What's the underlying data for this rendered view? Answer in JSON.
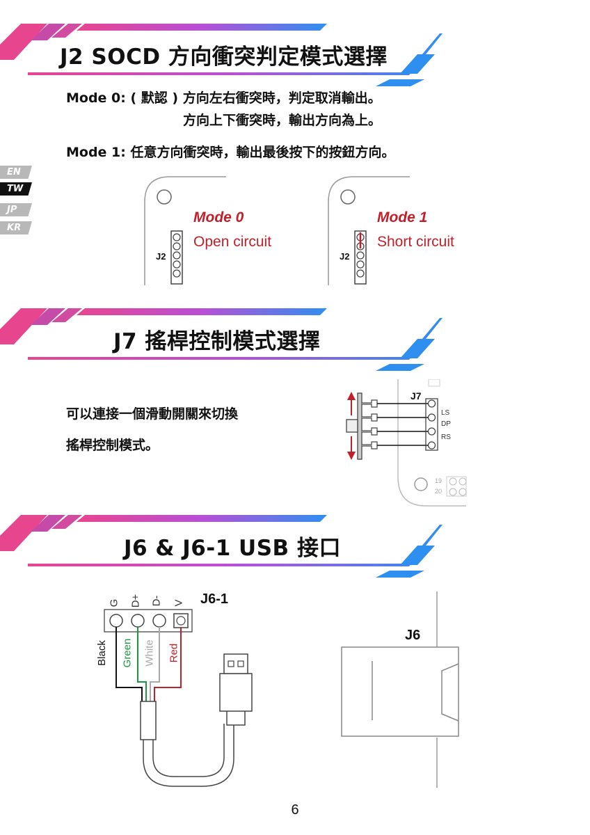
{
  "sections": {
    "j2": {
      "title": "J2 SOCD 方向衝突判定模式選擇",
      "mode0_line1": "Mode 0: ( 默認 ) 方向左右衝突時，判定取消輸出。",
      "mode0_line2": "方向上下衝突時，輸出方向為上。",
      "mode1_line": "Mode 1: 任意方向衝突時，輸出最後按下的按鈕方向。",
      "diagram0": {
        "mode": "Mode 0",
        "state": "Open circuit",
        "connector": "J2"
      },
      "diagram1": {
        "mode": "Mode 1",
        "state": "Short circuit",
        "connector": "J2"
      }
    },
    "j7": {
      "title": "J7 搖桿控制模式選擇",
      "desc_line1": "可以連接一個滑動開關來切換",
      "desc_line2": "搖桿控制模式。",
      "connector": "J7",
      "pins": [
        "LS",
        "DP",
        "RS"
      ],
      "board_numbers": [
        "19",
        "20"
      ]
    },
    "j6": {
      "title": "J6 & J6-1 USB 接口",
      "connector_j6_1": "J6-1",
      "connector_j6": "J6",
      "pins": [
        "G",
        "D+",
        "D-",
        "V"
      ],
      "wires": [
        "Black",
        "Green",
        "White",
        "Red"
      ]
    }
  },
  "language_tabs": [
    {
      "label": "EN",
      "active": false
    },
    {
      "label": "TW",
      "active": true
    },
    {
      "label": "JP",
      "active": false
    },
    {
      "label": "KR",
      "active": false
    }
  ],
  "colors": {
    "banner_pink": "#e8458f",
    "banner_purple": "#b84fd6",
    "banner_blue": "#2f8ff0",
    "red": "#c0202a",
    "green": "#1a9a3c",
    "tab_active": "#111111",
    "tab_inactive": "#b8b8b8"
  },
  "footer": {
    "page_number": "6"
  }
}
